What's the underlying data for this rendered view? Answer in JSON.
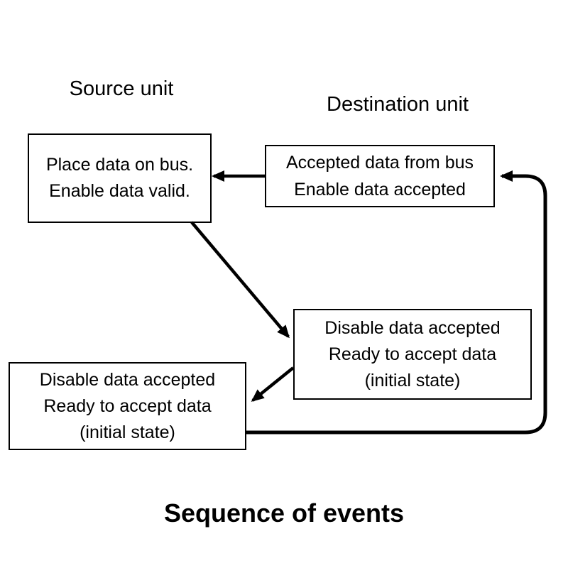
{
  "colors": {
    "background": "#ffffff",
    "stroke": "#000000",
    "text": "#000000"
  },
  "headings": {
    "source": "Source unit",
    "destination": "Destination unit"
  },
  "title": "Sequence of events",
  "boxes": [
    {
      "name": "source-place-data",
      "lines": [
        "Place data on bus.",
        "Enable data valid."
      ]
    },
    {
      "name": "destination-accept-data",
      "lines": [
        "Accepted data from bus",
        "Enable data accepted"
      ]
    },
    {
      "name": "destination-initial-state",
      "lines": [
        "Disable data accepted",
        "Ready to accept data",
        "(initial state)"
      ]
    },
    {
      "name": "source-initial-state",
      "lines": [
        "Disable data accepted",
        "Ready to accept data",
        "(initial state)"
      ]
    }
  ]
}
